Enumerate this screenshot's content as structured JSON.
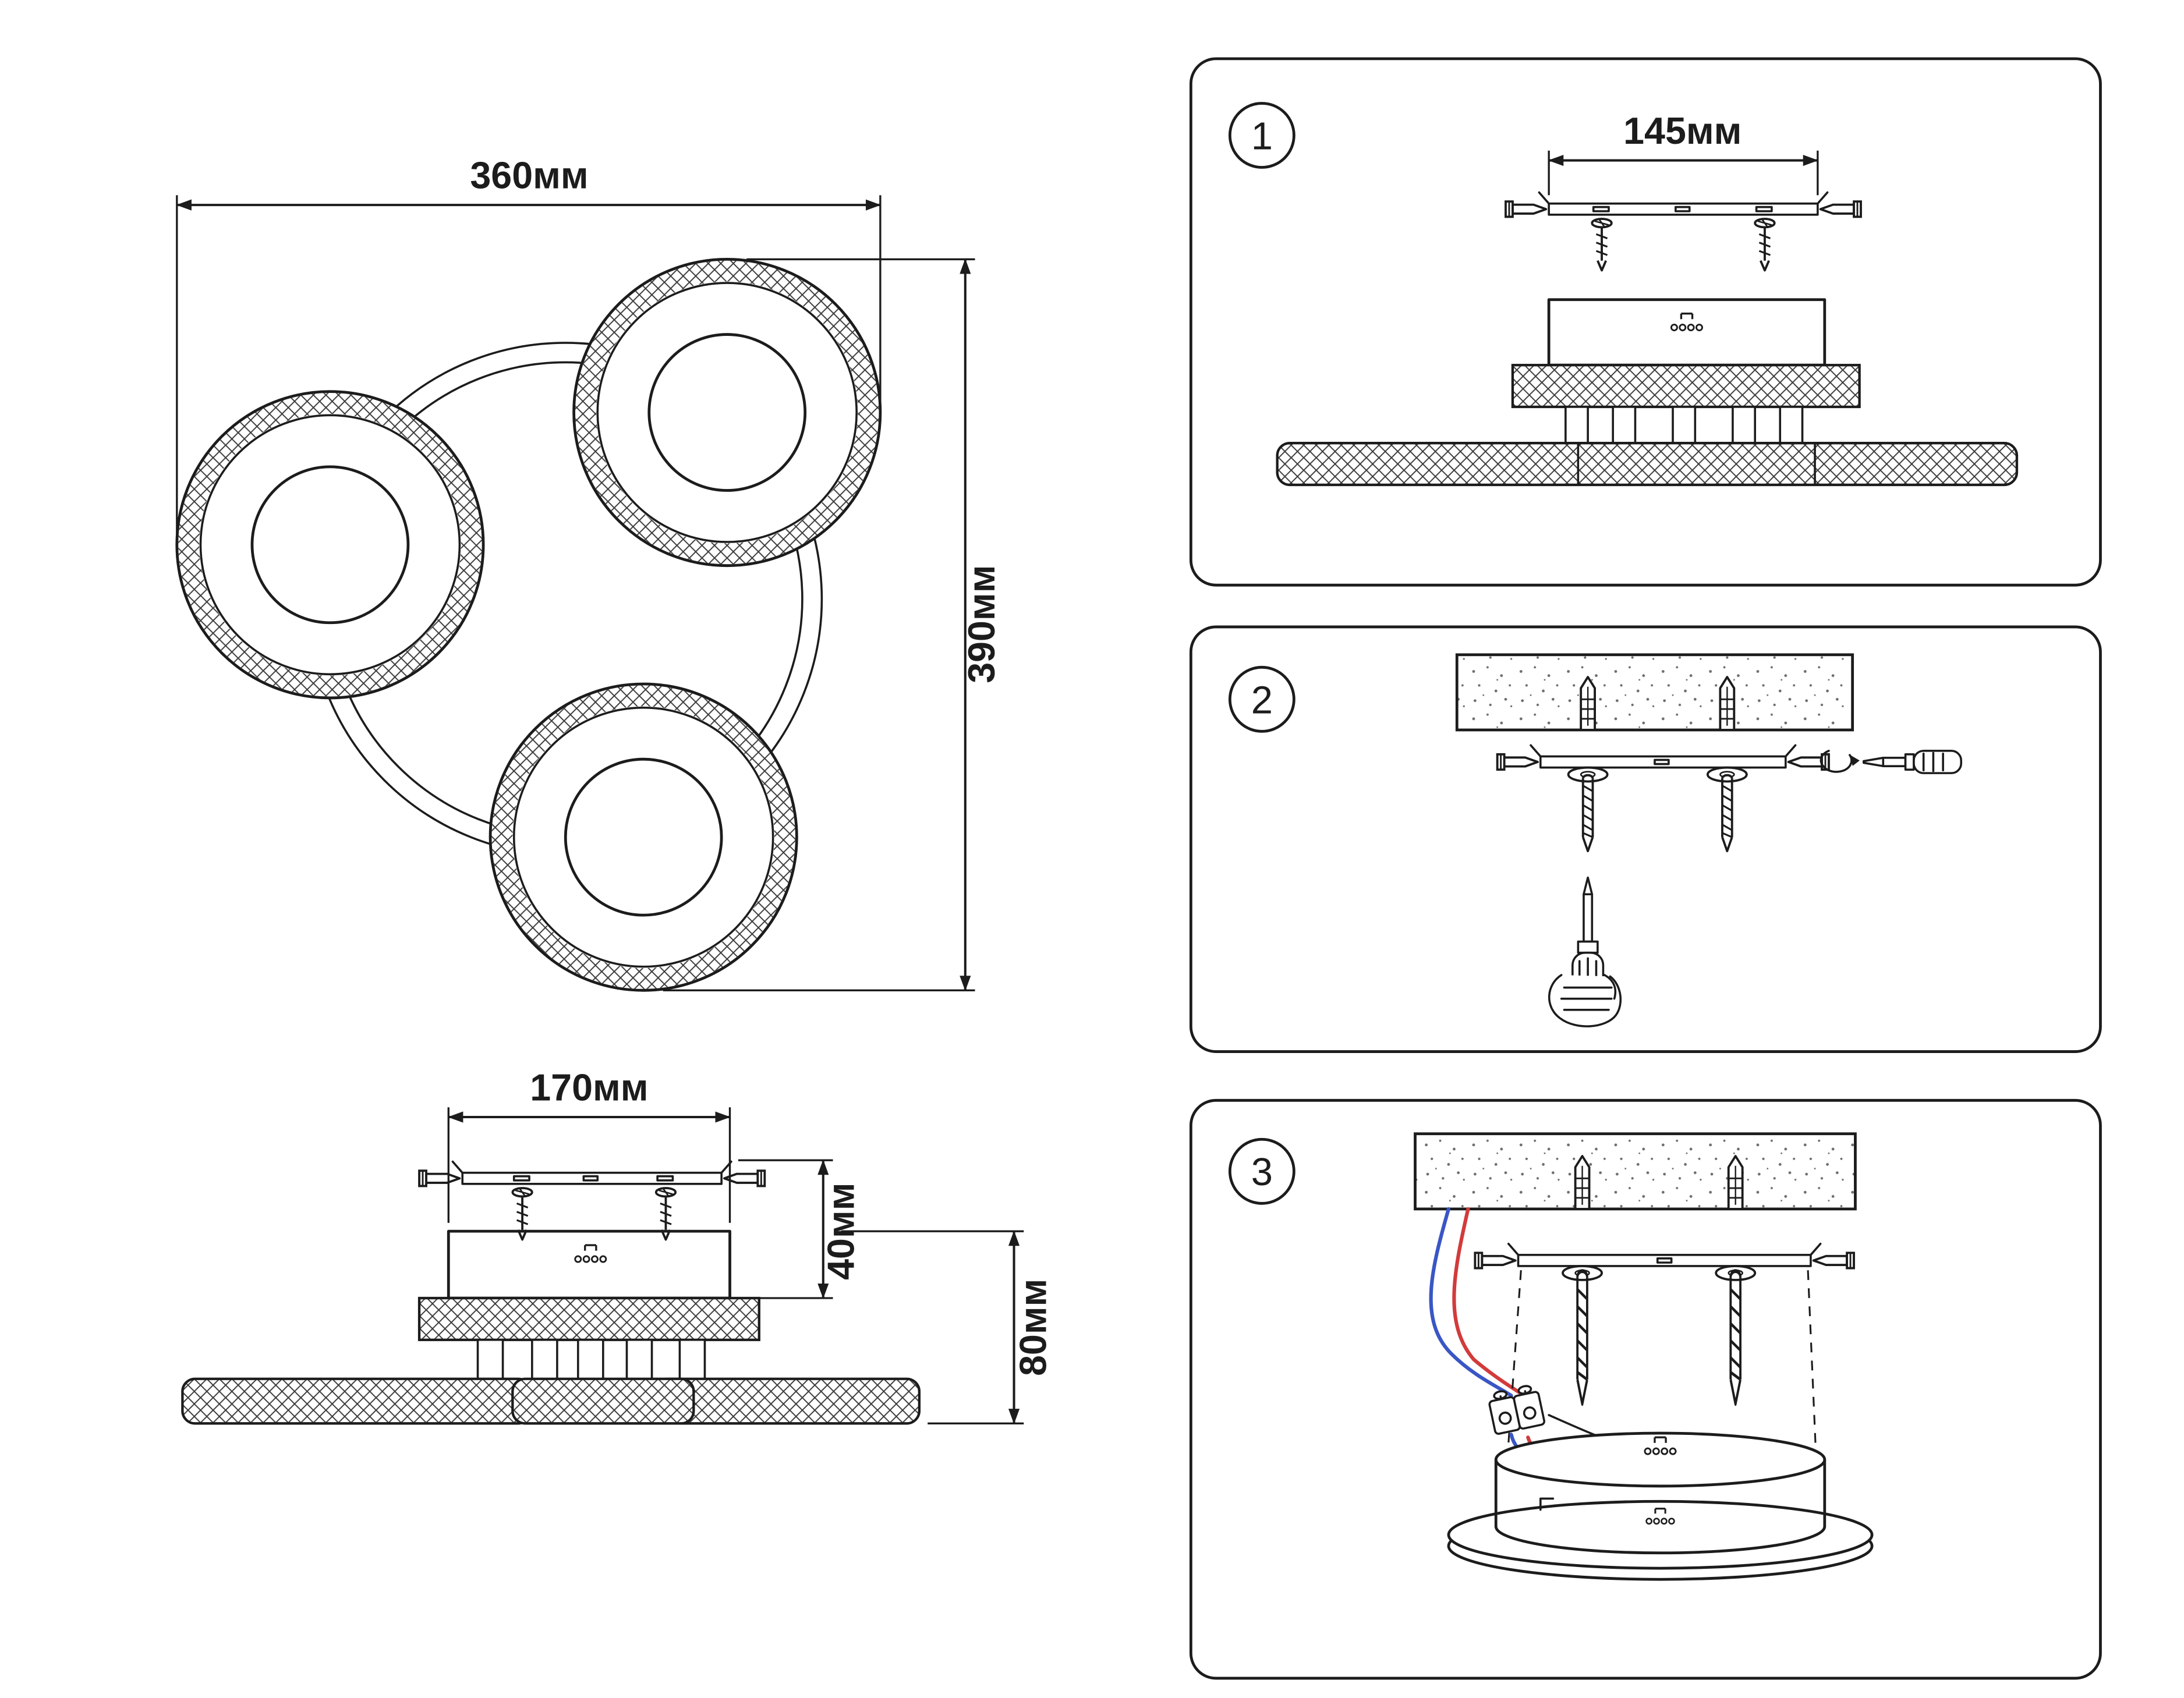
{
  "drawings": {
    "top_view": {
      "width_label": "360мм",
      "height_label": "390мм"
    },
    "side_view": {
      "width_label": "170мм",
      "height_upper_label": "40мм",
      "height_lower_label": "80мм"
    }
  },
  "steps": [
    {
      "number": "1",
      "bracket_width_label": "145мм"
    },
    {
      "number": "2"
    },
    {
      "number": "3"
    }
  ],
  "colors": {
    "line": "#1c1c1c",
    "wire_red": "#d23b3b",
    "wire_blue": "#3a56c5"
  }
}
